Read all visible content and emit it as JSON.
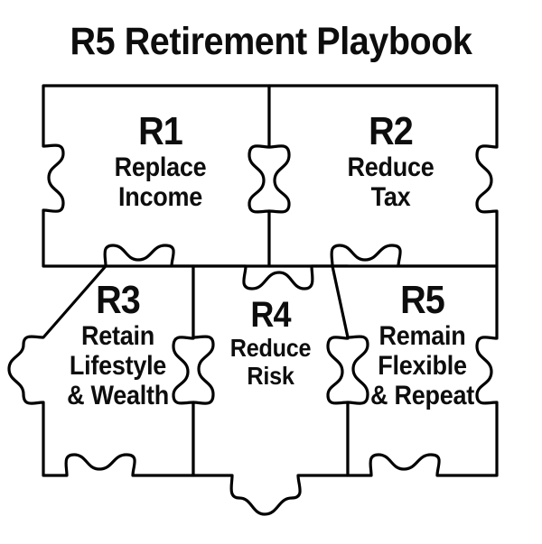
{
  "document": {
    "title": "R5 Retirement Playbook",
    "background_color": "#ffffff",
    "line_color": "#000000",
    "text_color": "#0d0d0d"
  },
  "puzzle": {
    "rows": 2,
    "pieces": [
      {
        "id": "r1",
        "code": "R1",
        "lines": [
          "Replace",
          "Income"
        ],
        "row": 1,
        "column": 1
      },
      {
        "id": "r2",
        "code": "R2",
        "lines": [
          "Reduce",
          "Tax"
        ],
        "row": 1,
        "column": 2
      },
      {
        "id": "r3",
        "code": "R3",
        "lines": [
          "Retain",
          "Lifestyle",
          "& Wealth"
        ],
        "row": 2,
        "column": 1
      },
      {
        "id": "r4",
        "code": "R4",
        "lines": [
          "Reduce",
          "Risk"
        ],
        "row": 2,
        "column": 2
      },
      {
        "id": "r5",
        "code": "R5",
        "lines": [
          "Remain",
          "Flexible",
          "& Repeat"
        ],
        "row": 2,
        "column": 3
      }
    ]
  }
}
